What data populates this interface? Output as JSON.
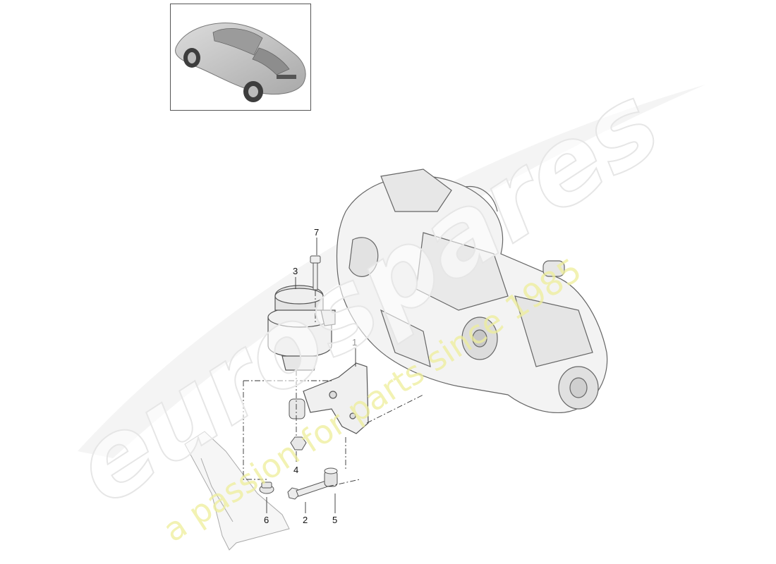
{
  "watermark": {
    "brand": "eurospares",
    "tagline": "a passion for parts since 1985",
    "tagline_color": "#eeee99"
  },
  "thumbnail": {
    "icon": "car-icon"
  },
  "callouts": [
    "1",
    "2",
    "3",
    "4",
    "5",
    "6",
    "7"
  ],
  "colors": {
    "line": "#333333",
    "part_fill": "#f3f3f3",
    "part_stroke": "#555555"
  }
}
